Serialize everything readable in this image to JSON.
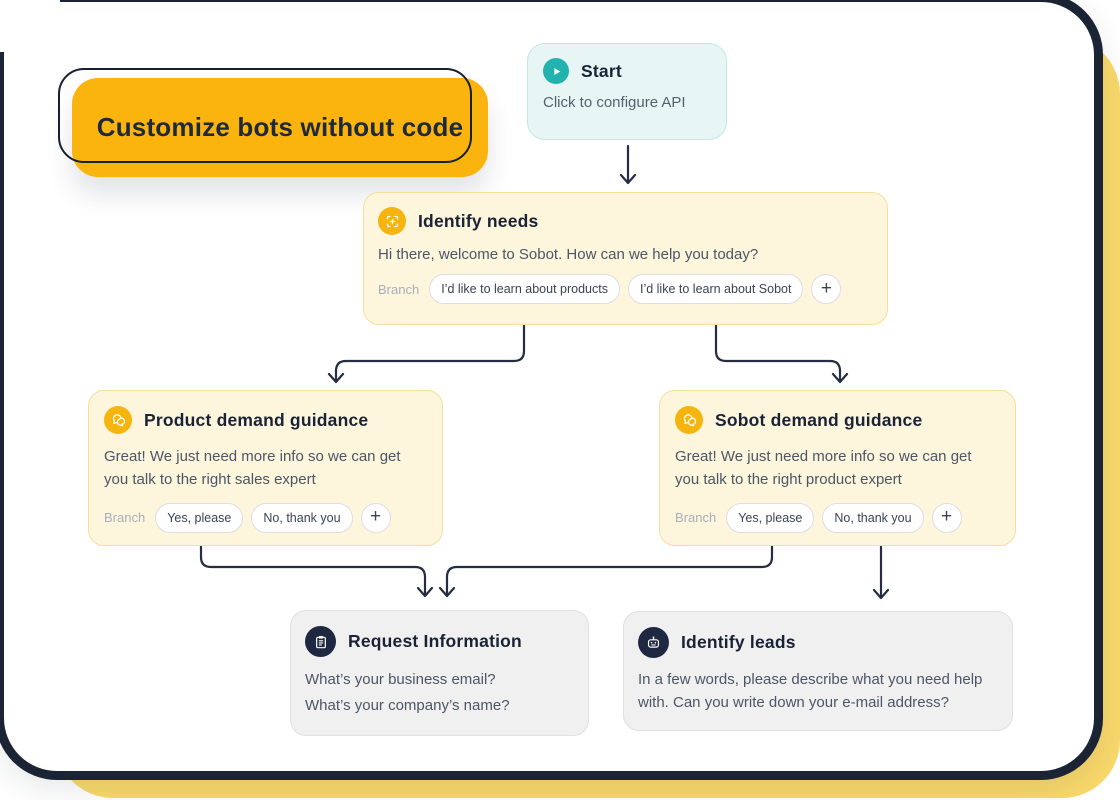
{
  "badge": {
    "label": "Customize bots without code"
  },
  "labels": {
    "branch": "Branch",
    "add": "+"
  },
  "nodes": {
    "start": {
      "title": "Start",
      "subtitle": "Click to configure API",
      "icon": "play-icon"
    },
    "identify_needs": {
      "title": "Identify needs",
      "message": "Hi there, welcome to Sobot. How can we help you today?",
      "icon": "scan-focus-icon",
      "branches": [
        "I’d like to learn about products",
        "I’d like to learn about Sobot"
      ]
    },
    "product_demand": {
      "title": "Product demand guidance",
      "message_line1": "Great! We just need more info so we can get",
      "message_line2": "you talk to the right sales expert",
      "icon": "chat-bubbles-icon",
      "branches": [
        "Yes, please",
        "No, thank you"
      ]
    },
    "sobot_demand": {
      "title": "Sobot demand guidance",
      "message_line1": "Great! We just need more info so we can get",
      "message_line2": "you talk to the right product expert",
      "icon": "chat-bubbles-icon",
      "branches": [
        "Yes, please",
        "No, thank you"
      ]
    },
    "request_information": {
      "title": "Request Information",
      "icon": "clipboard-icon",
      "lines": [
        "What’s your business email?",
        "What’s your company’s name?"
      ]
    },
    "identify_leads": {
      "title": "Identify leads",
      "icon": "robot-icon",
      "message": "In a few words, please describe what you need help with. Can you write down your e-mail address?"
    }
  },
  "colors": {
    "accent_yellow": "#FBB40D",
    "soft_yellow": "#F9D96B",
    "navy": "#1B2435",
    "teal": "#23B3AF",
    "cream_card": "#FDF5DC",
    "gray_card": "#F0F0F1"
  }
}
